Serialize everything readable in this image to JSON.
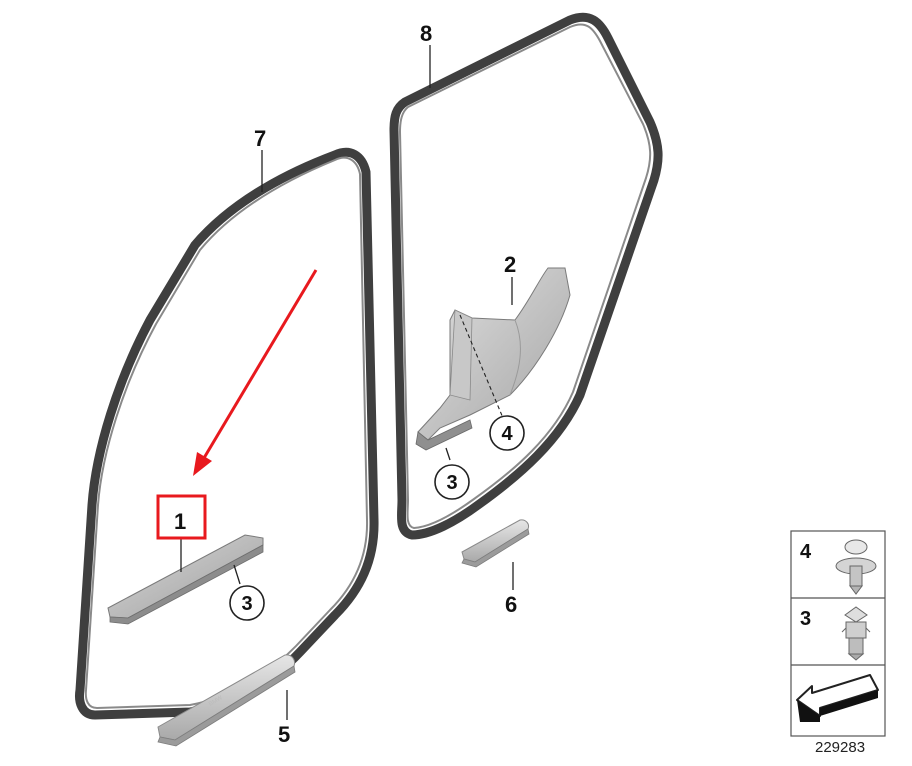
{
  "callouts": {
    "c1": "1",
    "c2": "2",
    "c3a": "3",
    "c3b": "3",
    "c4": "4",
    "c5": "5",
    "c6": "6",
    "c7": "7",
    "c8": "8"
  },
  "legend": {
    "item_a": "4",
    "item_b": "3"
  },
  "reference_number": "229283",
  "highlight": {
    "arrow_color": "#e8191e",
    "box_color": "#e8191e"
  }
}
